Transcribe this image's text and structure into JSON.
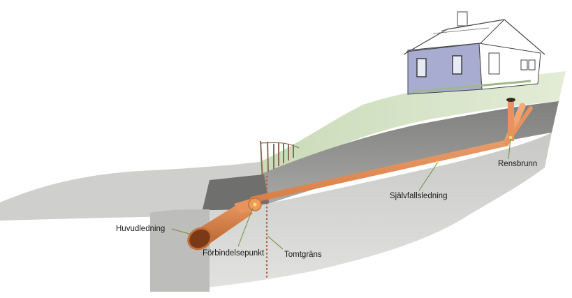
{
  "labels": {
    "main_pipe": "Huvudledning",
    "connection_point": "Förbindelsepunkt",
    "property_boundary": "Tomtgräns",
    "gravity_pipe": "Självfallsledning",
    "inspection_well": "Rensbrunn"
  },
  "colors": {
    "pipe": "#e8935e",
    "pipe_dark": "#c5703c",
    "grass": "#d7e4c8",
    "soil_dark": "#8a8a88",
    "soil_mid": "#b4b4b2",
    "soil_light": "#d6d6d4",
    "house_wall": "#a9acd1",
    "leader": "#6b8f3a"
  }
}
